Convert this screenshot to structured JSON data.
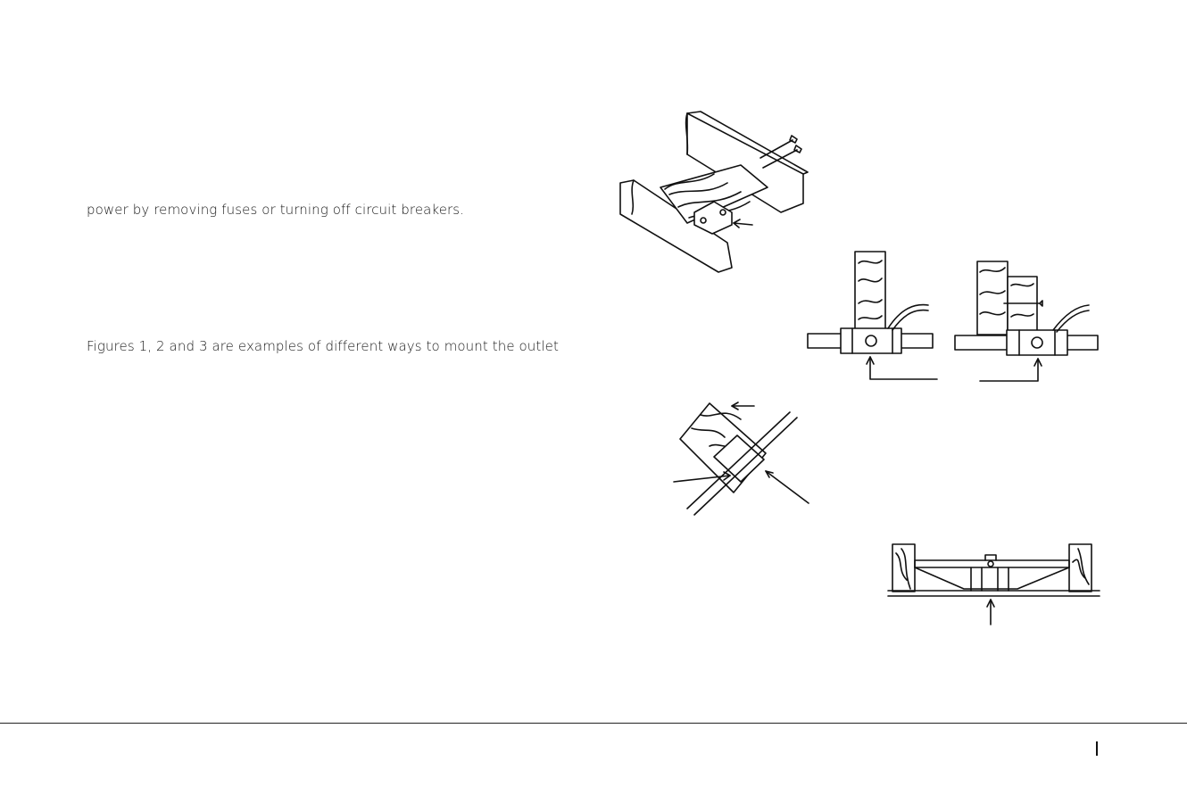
{
  "body_text": {
    "line1": "power by removing fuses or turning off circuit breakers.",
    "line2": "Figures 1, 2 and 3 are examples of different ways to mount the outlet"
  },
  "illustrations": [
    "joist-bracket-mount-illustration",
    "stud-mount-illustration",
    "stud-mount-with-screw-illustration",
    "angled-brace-mount-illustration",
    "hanger-bar-mount-illustration"
  ]
}
